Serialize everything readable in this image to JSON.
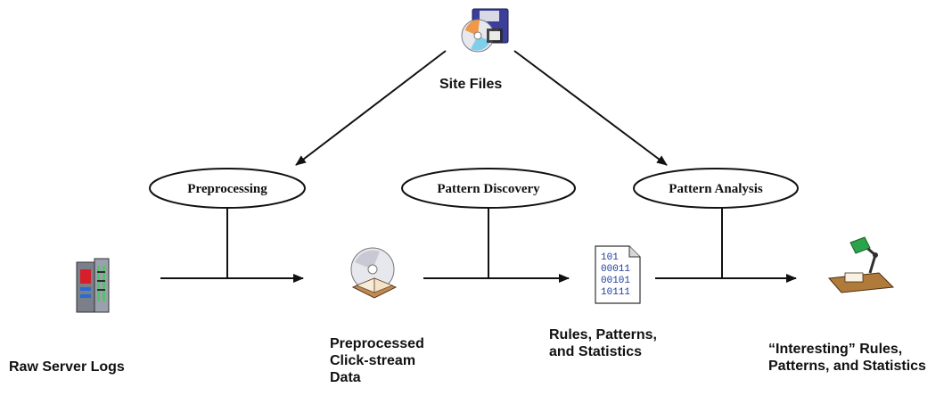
{
  "site_files": {
    "label": "Site Files"
  },
  "stages": [
    {
      "name": "Preprocessing"
    },
    {
      "name": "Pattern Discovery"
    },
    {
      "name": "Pattern Analysis"
    }
  ],
  "nodes": {
    "raw_logs": "Raw Server Logs",
    "preprocessed": "Preprocessed\nClick-stream\nData",
    "rules": "Rules, Patterns,\nand Statistics",
    "interesting": "“Interesting” Rules,\nPatterns, and Statistics"
  },
  "icons": {
    "site_files": "floppy-cd-icon",
    "raw_logs": "server-icon",
    "preprocessed": "cd-book-icon",
    "rules": "binary-document-icon",
    "interesting": "desk-lamp-icon"
  }
}
